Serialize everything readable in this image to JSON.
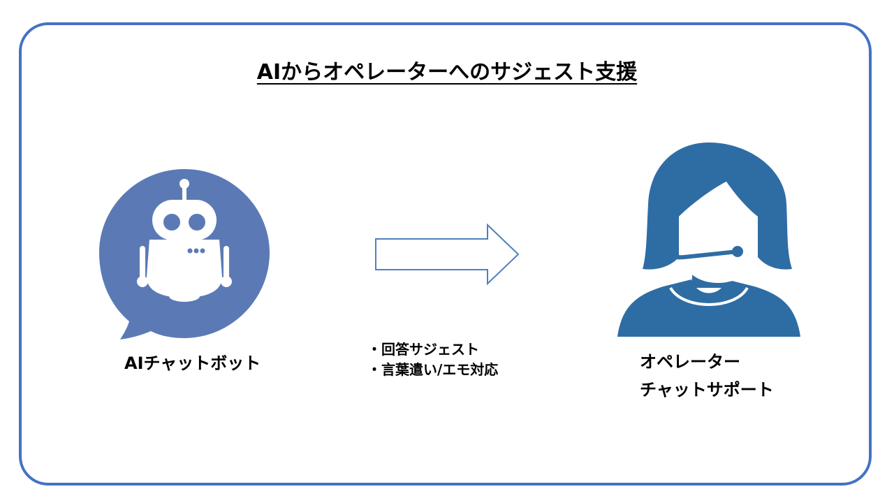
{
  "title": "AIからオペレーターへのサジェスト支援",
  "left_node": {
    "label": "AIチャットボット",
    "icon": "robot-chat-bubble-icon"
  },
  "arrow": {
    "icon": "right-arrow-icon"
  },
  "features": [
    "・回答サジェスト",
    "・言葉遣い/エモ対応"
  ],
  "right_node": {
    "label_lines": [
      "オペレーター",
      "チャットサポート"
    ],
    "icon": "operator-headset-icon"
  },
  "colors": {
    "frame_border": "#4472c4",
    "bot_bubble": "#5b7ab5",
    "operator": "#2e6da4",
    "arrow_stroke": "#4f81bd"
  }
}
